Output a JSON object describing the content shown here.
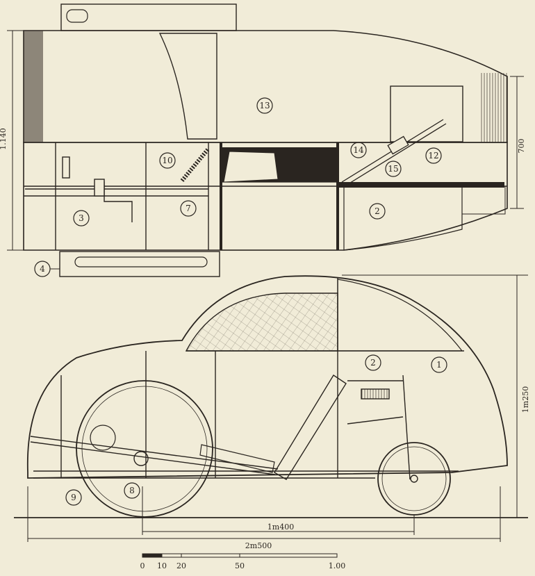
{
  "figure": {
    "top_view": {
      "callouts": [
        "13",
        "10",
        "14",
        "12",
        "15",
        "7",
        "3",
        "2",
        "4"
      ],
      "dimensions": {
        "left_vertical": "1.140",
        "right_vertical": "700"
      }
    },
    "side_view": {
      "callouts": [
        "1",
        "2",
        "9",
        "8"
      ],
      "dimensions": {
        "right_vertical": "1m250",
        "wheelbase": "1m400",
        "overall_length": "2m500"
      }
    },
    "scale_bar": {
      "ticks": [
        "0",
        "10",
        "20",
        "50",
        "1.00"
      ]
    }
  }
}
